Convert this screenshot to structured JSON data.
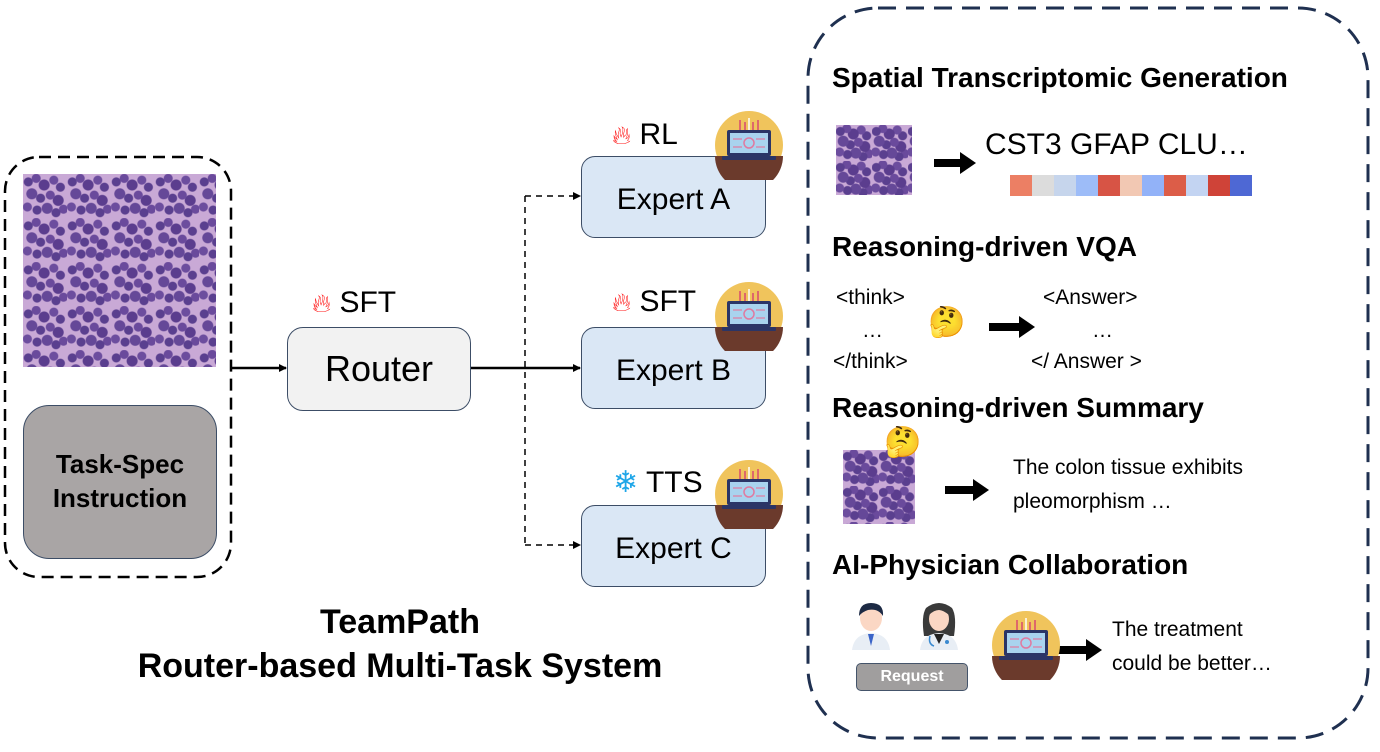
{
  "input_panel": {
    "instruction_label": "Task-Spec Instruction"
  },
  "router": {
    "label": "Router",
    "training_tag": "SFT",
    "training_icon": "fire-icon"
  },
  "experts": [
    {
      "label": "Expert A",
      "training_tag": "RL",
      "training_icon": "fire-icon",
      "connection": "dashed"
    },
    {
      "label": "Expert B",
      "training_tag": "SFT",
      "training_icon": "fire-icon",
      "connection": "solid"
    },
    {
      "label": "Expert C",
      "training_tag": "TTS",
      "training_icon": "snowflake-icon",
      "connection": "dashed"
    }
  ],
  "system_title": {
    "line1": "TeamPath",
    "line2": "Router-based Multi-Task System"
  },
  "tasks": {
    "spatial": {
      "title": "Spatial Transcriptomic Generation",
      "genes": "CST3 GFAP CLU…",
      "heat_colors": [
        "#ec7f64",
        "#dcdcdc",
        "#c6d5ec",
        "#9dbcf8",
        "#d75445",
        "#f2c8b3",
        "#92b2f8",
        "#dc5d48",
        "#c3d4f2",
        "#cf4338",
        "#4e68d4"
      ]
    },
    "vqa": {
      "title": "Reasoning-driven VQA",
      "think_open": "<think>",
      "think_mid": "…",
      "think_close": "</think>",
      "answer_open": "<Answer>",
      "answer_mid": "…",
      "answer_close": "</ Answer >"
    },
    "summary": {
      "title": "Reasoning-driven Summary",
      "line1": "The colon tissue exhibits",
      "line2": "pleomorphism …"
    },
    "collab": {
      "title": "AI-Physician Collaboration",
      "request_label": "Request",
      "line1": "The treatment",
      "line2": "could be better…"
    }
  },
  "colors": {
    "router_fill": "#f2f2f2",
    "expert_fill": "#dae7f5",
    "box_border": "#3c4d66",
    "instruction_fill": "#a9a5a5",
    "panel_dash": "#1f3050",
    "fire": "#ff1a1a",
    "snowflake": "#1fa6e8"
  }
}
